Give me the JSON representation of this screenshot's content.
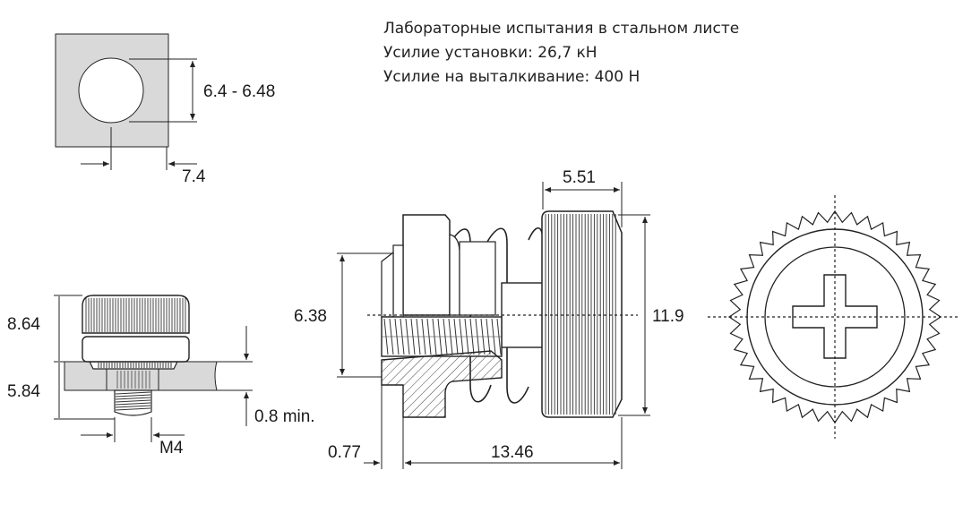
{
  "specs": {
    "line1": "Лабораторные испытания в стальном листе",
    "line2": "Усилие установки: 26,7 кН",
    "line3": "Усилие на выталкивание: 400 Н"
  },
  "hole_view": {
    "diameter": "6.4 - 6.48",
    "min_edge": "7.4"
  },
  "installed_view": {
    "head_height": "8.64",
    "protrusion": "5.84",
    "min_sheet": "0.8 min.",
    "thread": "M4"
  },
  "side_view": {
    "knob_length": "5.51",
    "shank_dia": "6.38",
    "head_dia": "11.9",
    "offset": "0.77",
    "overall_length": "13.46"
  },
  "colors": {
    "panel_fill": "#d9d9d9",
    "line": "#222222"
  }
}
